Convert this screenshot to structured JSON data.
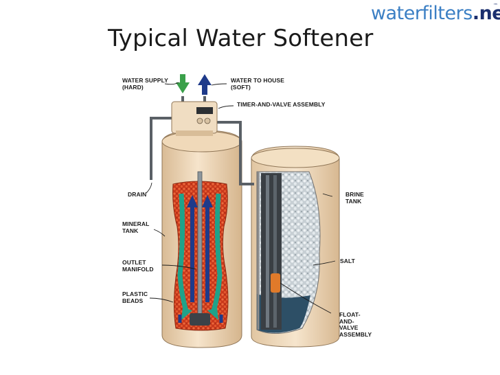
{
  "title": "Typical Water Softener",
  "logo": {
    "part1": "waterfilters",
    "part2": ".net",
    "tm": "™"
  },
  "labels": {
    "water_supply": "WATER SUPPLY\n(HARD)",
    "water_to_house": "WATER TO HOUSE\n(SOFT)",
    "timer_valve": "TIMER-AND-VALVE ASSEMBLY",
    "drain": "DRAIN",
    "mineral_tank": "MINERAL\nTANK",
    "outlet_manifold": "OUTLET\nMANIFOLD",
    "plastic_beads": "PLASTIC\nBEADS",
    "brine_tank": "BRINE\nTANK",
    "salt": "SALT",
    "float_valve": "FLOAT-\nAND-\nVALVE\nASSEMBLY"
  },
  "colors": {
    "tank": "#f1dcc0",
    "beads": "#d84a25",
    "supply_arrow": "#3aa04a",
    "house_arrow": "#1e3a8a"
  }
}
